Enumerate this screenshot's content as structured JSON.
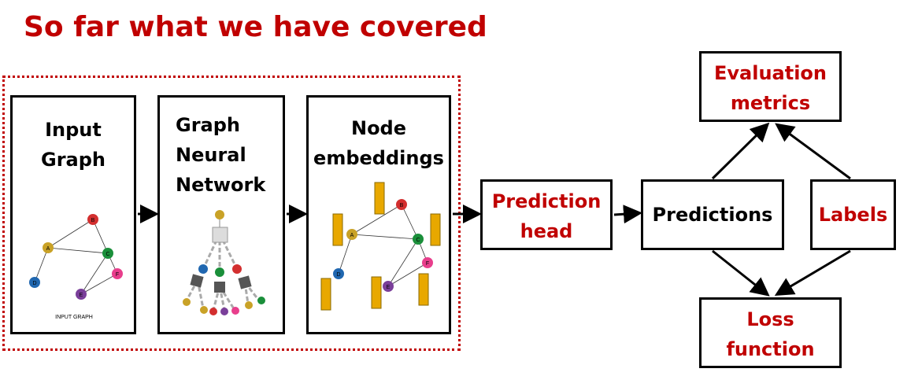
{
  "title": "So far what we have covered",
  "boxes": {
    "input_graph": "Input\nGraph",
    "gnn": "Graph\nNeural\nNetwork",
    "node_embeddings": "Node\nembeddings",
    "prediction_head": "Prediction\nhead",
    "predictions": "Predictions",
    "labels": "Labels",
    "evaluation_metrics": "Evaluation\nmetrics",
    "loss_function": "Loss\nfunction"
  },
  "input_graph_caption": "INPUT GRAPH",
  "graph_nodes": {
    "a": "A",
    "b": "B",
    "c": "C",
    "d": "D",
    "e": "E",
    "f": "F"
  },
  "colors": {
    "accent": "#c00000",
    "embedding": "#e8a800",
    "node_a": "#c9a227",
    "node_b": "#d32f2f",
    "node_c": "#1a8f3a",
    "node_d": "#2067b0",
    "node_e": "#7a3f9a",
    "node_f": "#e83e8c"
  }
}
